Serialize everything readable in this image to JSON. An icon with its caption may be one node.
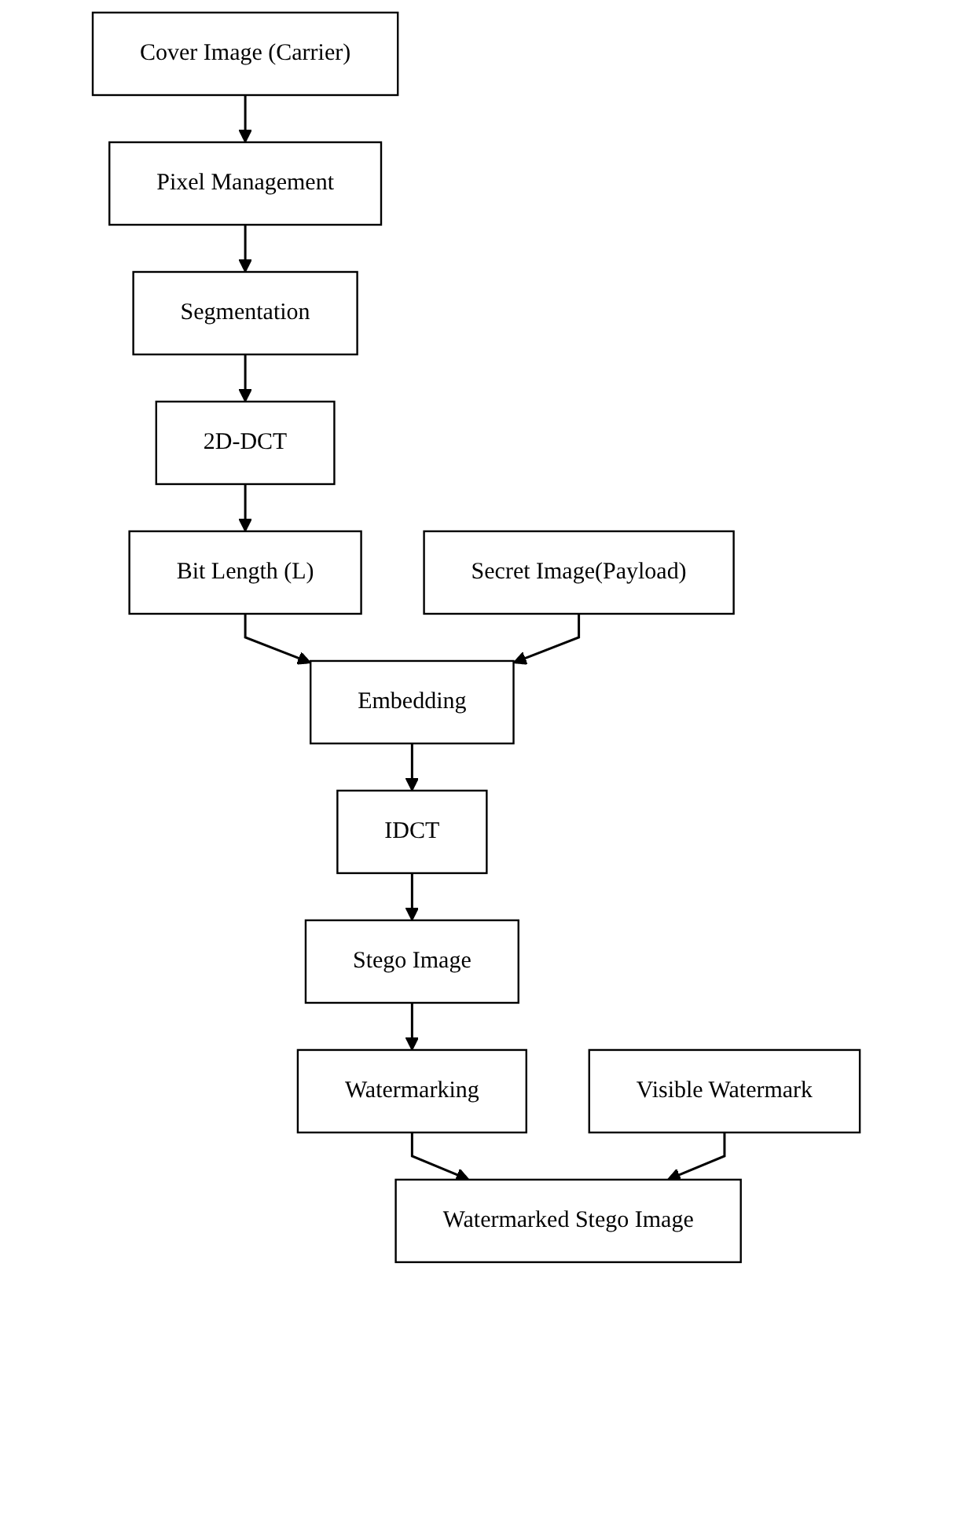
{
  "diagram": {
    "nodes": [
      {
        "text": [
          "Secret Image(Payload)"
        ]
      },
      {
        "text": [
          "Cover Image (Carrier)"
        ]
      },
      {
        "text": [
          "Pixel Management"
        ]
      },
      {
        "text": [
          "Segmentation"
        ]
      },
      {
        "text": [
          "2D-DCT"
        ]
      },
      {
        "text": [
          "Bit Length (L)"
        ]
      },
      {
        "text": [
          "Embedding"
        ]
      },
      {
        "text": [
          "IDCT"
        ]
      },
      {
        "text": [
          "Stego Image"
        ]
      },
      {
        "text": [
          "Watermarking"
        ]
      },
      {
        "text": [
          "Visible Watermark"
        ]
      },
      {
        "text": [
          "Watermarked Stego Image"
        ]
      }
    ],
    "edges": [
      {
        "from": 1,
        "to": 2,
        "arrow": "to"
      },
      {
        "from": 2,
        "to": 3,
        "arrow": "to"
      },
      {
        "from": 3,
        "to": 4,
        "arrow": "to"
      },
      {
        "from": 4,
        "to": 5,
        "arrow": "to"
      },
      {
        "from": 5,
        "to": 6,
        "arrow": "to"
      },
      {
        "from": 0,
        "to": 6,
        "arrow": "to"
      },
      {
        "from": 6,
        "to": 7,
        "arrow": "to"
      },
      {
        "from": 7,
        "to": 8,
        "arrow": "to"
      },
      {
        "from": 8,
        "to": 9,
        "arrow": "to"
      },
      {
        "from": 9,
        "to": 11,
        "arrow": "to"
      },
      {
        "from": 10,
        "to": 11,
        "arrow": "to"
      }
    ]
  }
}
